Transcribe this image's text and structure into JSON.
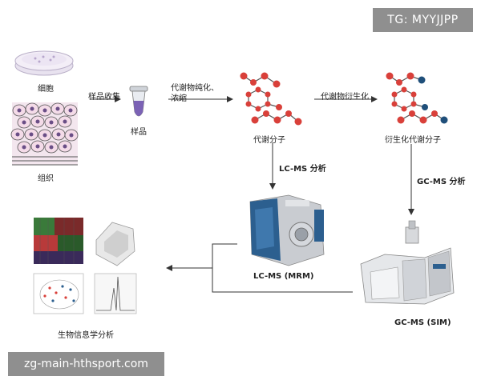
{
  "watermarks": {
    "top_right": "TG: MYYJJPP",
    "bottom_left": "zg-main-hthsport.com"
  },
  "nodes": {
    "cells": "细胞",
    "tissue": "组织",
    "sample": "样品",
    "metabolites": "代谢分子",
    "derivatized": "衍生化代谢分子",
    "lcms_instrument": "LC-MS (MRM)",
    "gcms_instrument": "GC-MS (SIM)",
    "bioinformatics": "生物信息学分析"
  },
  "steps": {
    "sample_collection": "样品收集",
    "purify_line1": "代谢物纯化、",
    "purify_line2": "浓缩",
    "derivatization": "代谢物衍生化",
    "lcms_analysis": "LC-MS 分析",
    "gcms_analysis": "GC-MS 分析"
  },
  "colors": {
    "arrow": "#333333",
    "atom_red": "#d9403a",
    "atom_navy": "#1f4f7a",
    "instrument_blue": "#2c5f8f",
    "instrument_gray": "#c9ccd1"
  }
}
